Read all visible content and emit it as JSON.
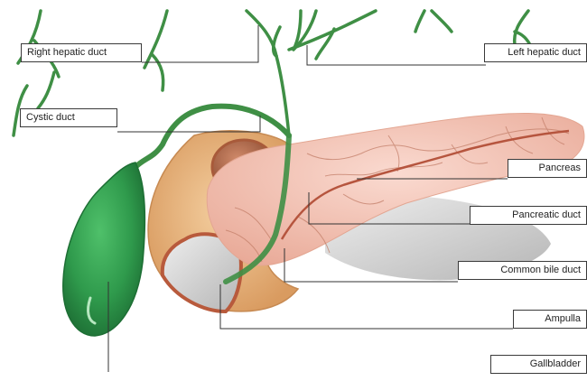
{
  "labels": {
    "right_hepatic_duct": "Right hepatic duct",
    "left_hepatic_duct": "Left hepatic duct",
    "cystic_duct": "Cystic duct",
    "pancreas": "Pancreas",
    "pancreatic_duct": "Pancreatic duct",
    "common_bile_duct": "Common bile duct",
    "ampulla": "Ampulla",
    "gallbladder": "Gallbladder"
  },
  "colors": {
    "duct_green": "#3f8f45",
    "gallbladder_green": "#2f9a4c",
    "pancreas_pink": "#f2c2b4",
    "pancreas_vein": "#c0705a",
    "duodenum_tan": "#e7b27a",
    "duodenum_red": "#b85a3c",
    "leader_line": "#333333"
  }
}
